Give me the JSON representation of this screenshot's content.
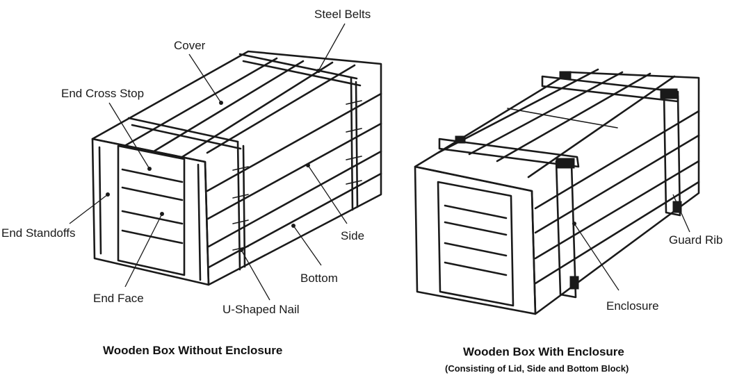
{
  "left_box": {
    "caption": "Wooden Box Without Enclosure",
    "labels": {
      "steel_belts": "Steel Belts",
      "cover": "Cover",
      "end_cross_stop": "End Cross Stop",
      "end_standoffs": "End Standoffs",
      "side": "Side",
      "bottom": "Bottom",
      "end_face": "End Face",
      "u_shaped_nail": "U-Shaped Nail"
    }
  },
  "right_box": {
    "caption": "Wooden Box With Enclosure",
    "subcaption": "(Consisting of Lid, Side and Bottom Block)",
    "labels": {
      "guard_rib": "Guard Rib",
      "enclosure": "Enclosure"
    }
  }
}
